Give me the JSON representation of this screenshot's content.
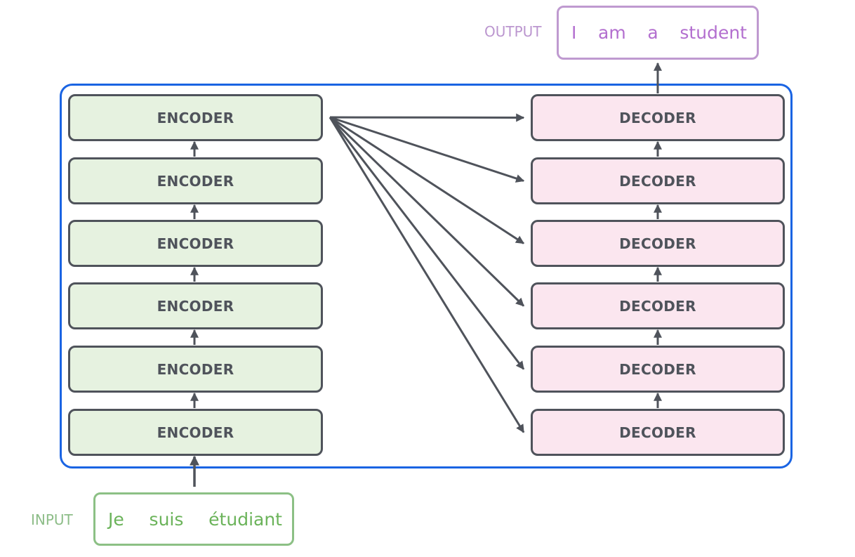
{
  "input": {
    "label": "INPUT",
    "words": [
      "Je",
      "suis",
      "étudiant"
    ]
  },
  "output": {
    "label": "OUTPUT",
    "words": [
      "I",
      "am",
      "a",
      "student"
    ]
  },
  "encoders": [
    "ENCODER",
    "ENCODER",
    "ENCODER",
    "ENCODER",
    "ENCODER",
    "ENCODER"
  ],
  "decoders": [
    "DECODER",
    "DECODER",
    "DECODER",
    "DECODER",
    "DECODER",
    "DECODER"
  ],
  "colors": {
    "frame": "#1a64e3",
    "arrow": "#4f535b",
    "encoder_fill": "#e6f2e0",
    "decoder_fill": "#fbe6ef",
    "input_text": "#6bb35a",
    "output_text": "#b36fcf"
  }
}
